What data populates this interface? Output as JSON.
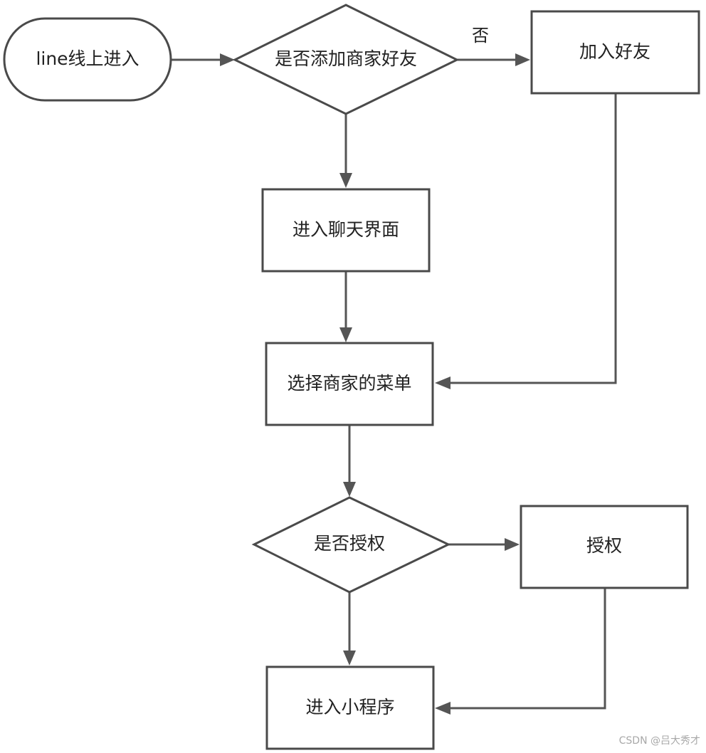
{
  "nodes": {
    "online_entry": "line线上进入",
    "add_friend_question": "是否添加商家好友",
    "add_friend": "加入好友",
    "chat_interface": "进入聊天界面",
    "merchant_menu": "选择商家的菜单",
    "authorize_question": "是否授权",
    "authorize": "授权",
    "mini_program": "进入小程序"
  },
  "edges": {
    "no_label": "否"
  },
  "watermark": "CSDN @吕大秀才"
}
